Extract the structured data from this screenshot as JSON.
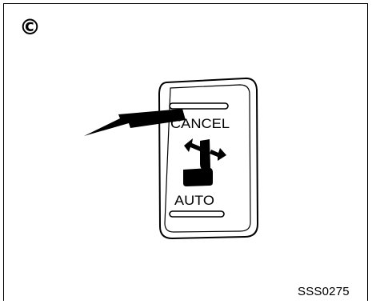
{
  "figure": {
    "badge": "©",
    "code": "SSS0275"
  },
  "switch": {
    "top_label": "CANCEL",
    "bottom_label": "AUTO",
    "symbol": "seat-with-forward-back-arrows-icon"
  },
  "pointer": {
    "icon": "push-arrow-icon"
  }
}
